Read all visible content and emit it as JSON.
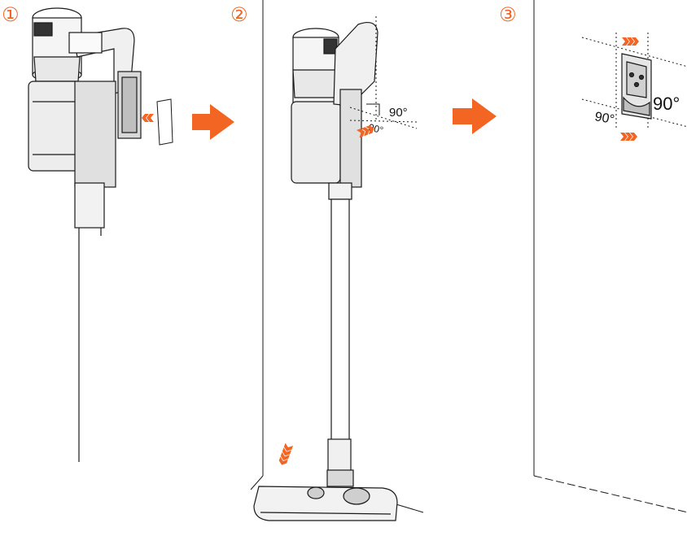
{
  "steps": [
    {
      "number": "①"
    },
    {
      "number": "②"
    },
    {
      "number": "③"
    }
  ],
  "angles": {
    "step2_vertical": "90°",
    "step2_horizontal": "90°",
    "step3_vertical": "90°",
    "step3_horizontal": "90°"
  },
  "colors": {
    "accent": "#F26522",
    "line": "#1a1a1a",
    "fill_light": "#f2f2f2",
    "fill_mid": "#d9d9d9"
  },
  "icons": [
    "next-step-arrow-icon",
    "insert-direction-arrow-icon",
    "push-direction-arrow-icon"
  ]
}
